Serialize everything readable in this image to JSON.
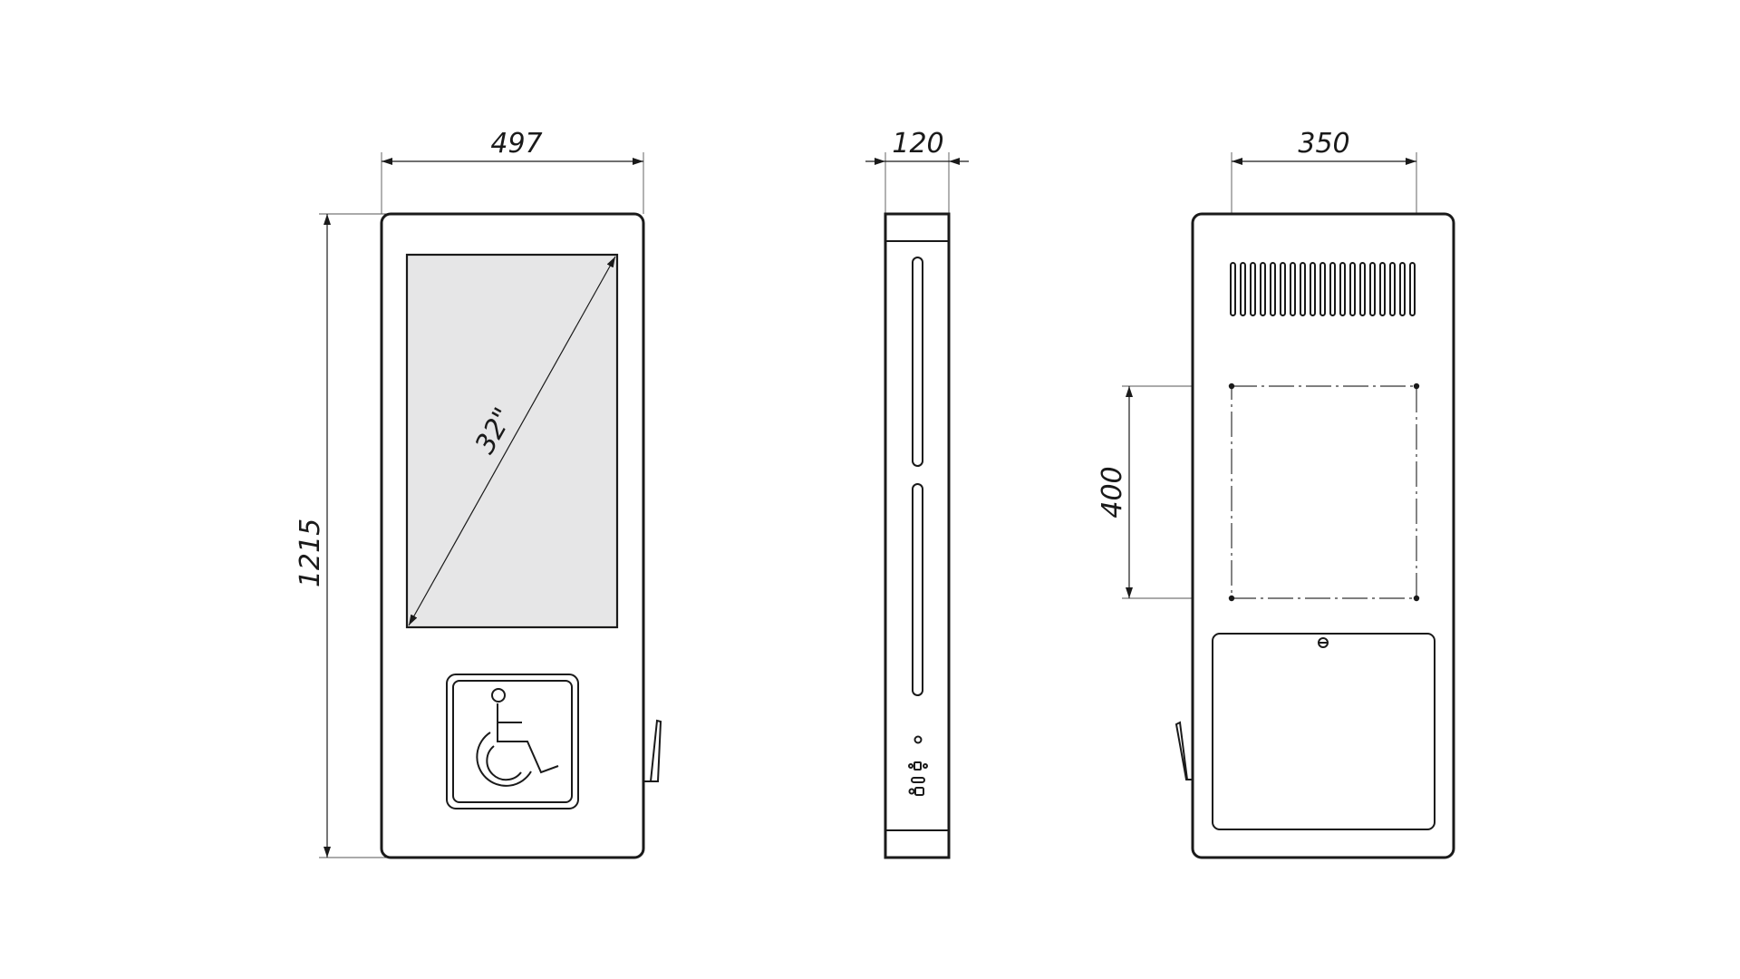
{
  "drawing": {
    "front_view": {
      "width_dim": "497",
      "height_dim": "1215",
      "screen_diagonal": "32\""
    },
    "side_view": {
      "depth_dim": "120"
    },
    "back_view": {
      "mount_width_dim": "350",
      "mount_height_dim": "400"
    }
  },
  "icons": [
    "wheelchair-accessibility-icon",
    "antenna-icon",
    "lock-icon",
    "connector-ports-icon"
  ],
  "colors": {
    "line": "#1a1a1a",
    "screen_fill": "#e6e6e7",
    "background": "#ffffff"
  }
}
